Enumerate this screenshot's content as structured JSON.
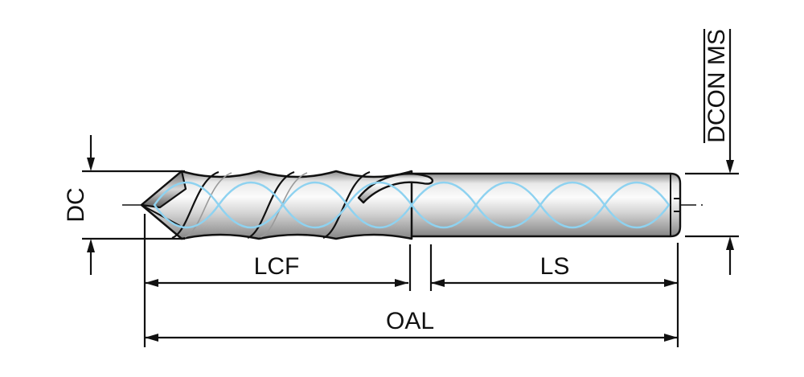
{
  "diagram": {
    "dimension_labels": {
      "diameter": "DC",
      "shank_diameter": "DCON MS",
      "flute_length": "LCF",
      "shank_length": "LS",
      "overall_length": "OAL"
    },
    "colors": {
      "line": "#111111",
      "coolant_channel": "#8ed2f0"
    }
  }
}
